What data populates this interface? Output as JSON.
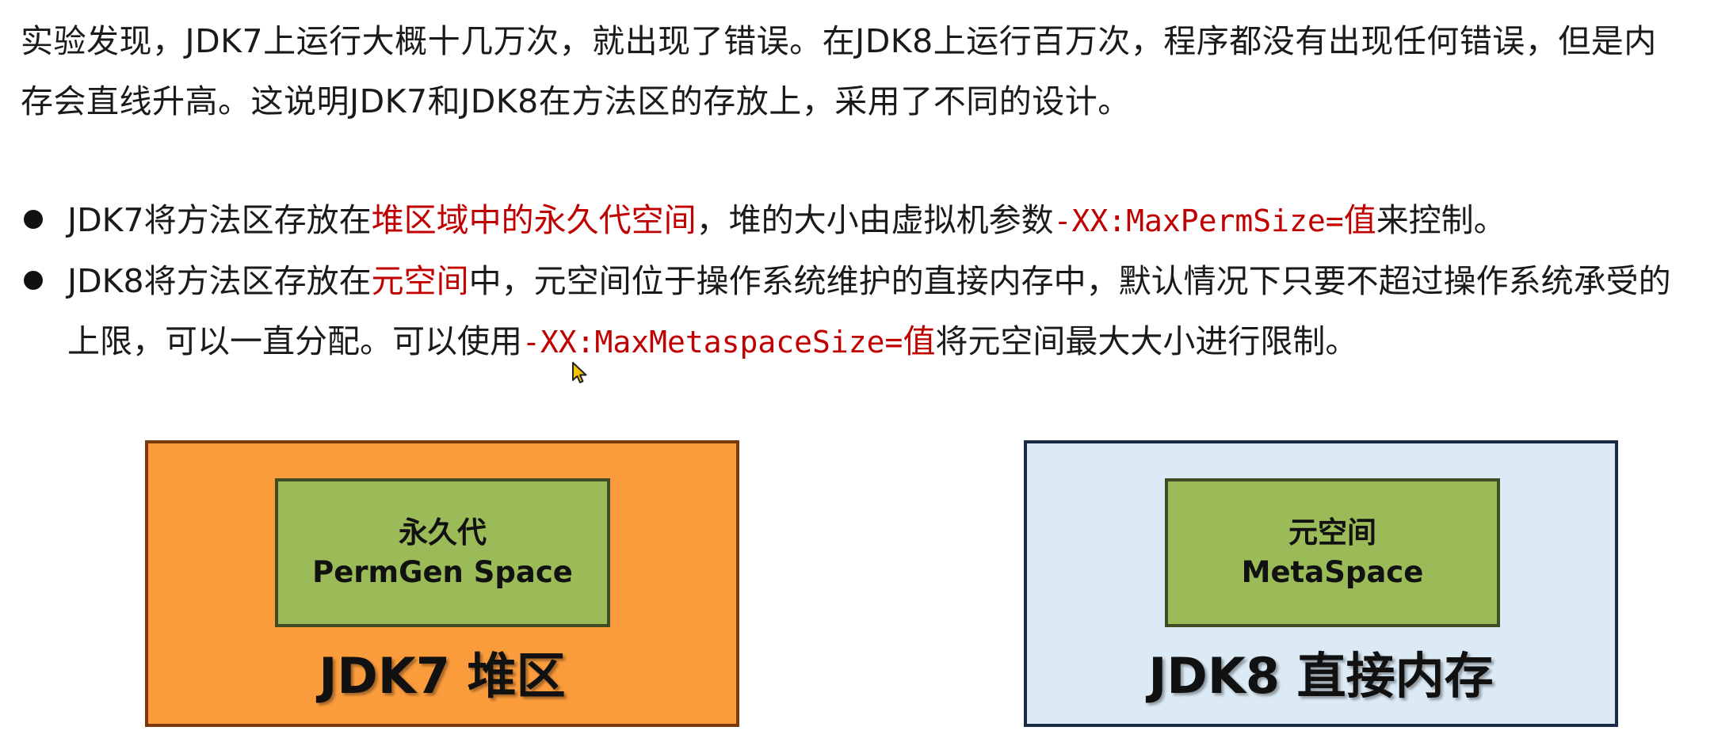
{
  "intro": {
    "line1": "实验发现，JDK7上运行大概十几万次，就出现了错误。在JDK8上运行百万次，程序都没有出现任何错误，但是内",
    "line2": "存会直线升高。这说明JDK7和JDK8在方法区的存放上，采用了不同的设计。"
  },
  "bullets": [
    {
      "prefix": "JDK7将方法区存放在",
      "highlight": "堆区域中的永久代空间",
      "middle": "，堆的大小由虚拟机参数",
      "param": "-XX:MaxPermSize=",
      "param_suffix": "值",
      "suffix": "来控制。"
    },
    {
      "prefix": "JDK8将方法区存放在",
      "highlight": "元空间",
      "middle": "中，元空间位于操作系统维护的直接内存中，默认情况下只要不超过操作系统承受的上限，可以一直分配。可以使用",
      "param": "-XX:MaxMetaspaceSize=",
      "param_suffix": "值",
      "suffix": "将元空间最大大小进行限制。"
    }
  ],
  "diagram": {
    "left": {
      "inner_line1": "永久代",
      "inner_line2": "PermGen Space",
      "label": "JDK7 堆区"
    },
    "right": {
      "inner_line1": "元空间",
      "inner_line2": "MetaSpace",
      "label": "JDK8 直接内存"
    }
  },
  "colors": {
    "highlight_red": "#c00000",
    "left_outer": "#fb9c3c",
    "right_outer": "#dbeaf5",
    "inner_green": "#9bbb59"
  },
  "icons": {
    "cursor": "mouse-pointer-icon",
    "bullet": "filled-circle-bullet"
  }
}
